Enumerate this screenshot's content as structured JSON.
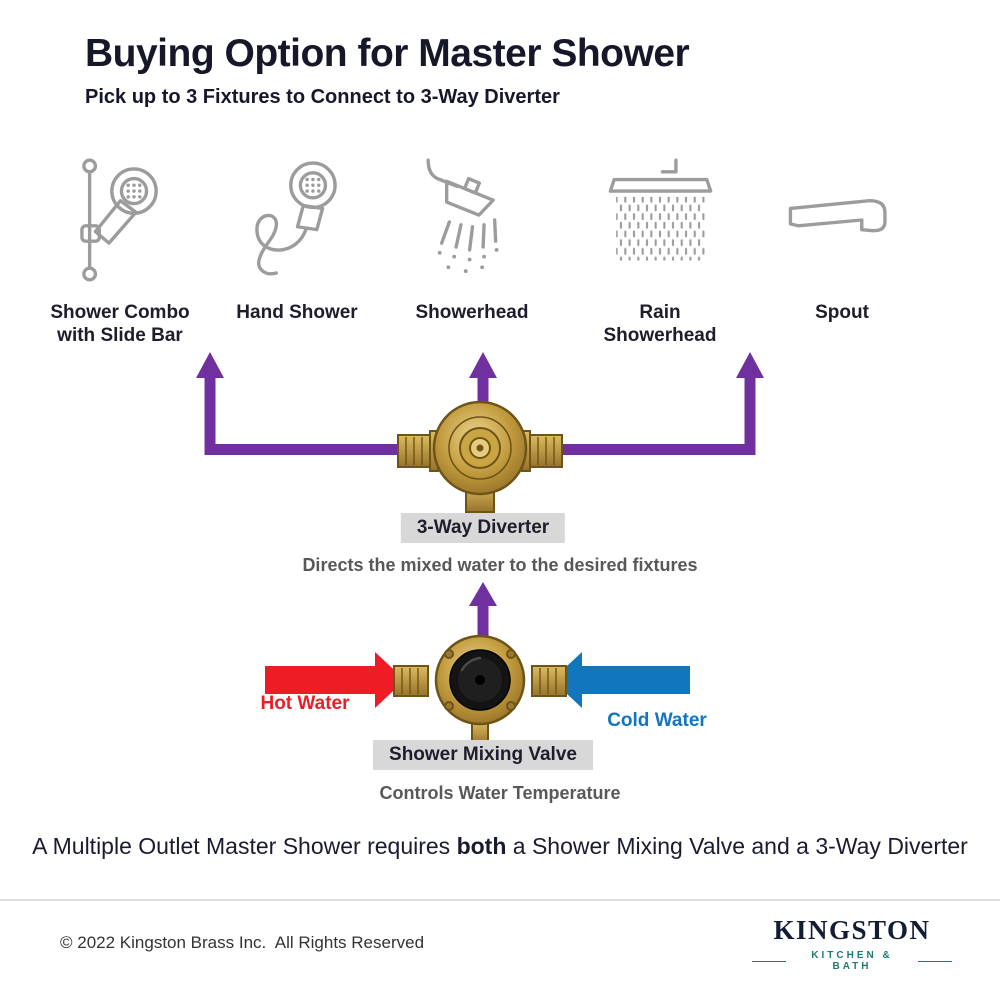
{
  "header": {
    "title": "Buying Option for Master Shower",
    "subtitle": "Pick up to 3 Fixtures to Connect to 3-Way Diverter"
  },
  "fixtures": [
    {
      "label": "Shower Combo with Slide Bar",
      "icon": "shower-combo-slide-bar-icon"
    },
    {
      "label": "Hand Shower",
      "icon": "hand-shower-icon"
    },
    {
      "label": "Showerhead",
      "icon": "showerhead-icon"
    },
    {
      "label": "Rain Showerhead",
      "icon": "rain-showerhead-icon"
    },
    {
      "label": "Spout",
      "icon": "spout-icon"
    }
  ],
  "diverter": {
    "label": "3-Way Diverter",
    "description": "Directs the mixed water to the desired fixtures"
  },
  "mixing_valve": {
    "label": "Shower Mixing Valve",
    "description": "Controls Water Temperature",
    "hot_water_label": "Hot Water",
    "cold_water_label": "Cold Water"
  },
  "note": {
    "prefix": "A Multiple Outlet Master Shower requires ",
    "bold": "both",
    "suffix": " a Shower Mixing Valve and a 3-Way Diverter"
  },
  "footer": {
    "copyright": "© 2022 Kingston Brass Inc.  All Rights Reserved",
    "brand_name": "KINGSTON",
    "brand_tagline": "KITCHEN & BATH"
  },
  "colors": {
    "arrow_purple": "#7030a0",
    "hot_red": "#ee1c25",
    "cold_blue": "#1276bd",
    "brass": "#b8922f",
    "label_background": "#d8d8d8",
    "icon_gray": "#9c9c9c",
    "tagline_teal": "#1f7a72"
  }
}
